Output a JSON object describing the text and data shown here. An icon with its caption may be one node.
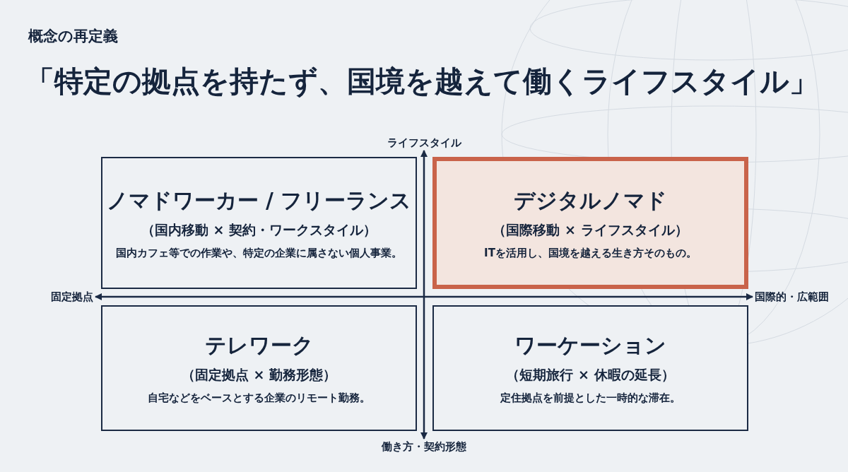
{
  "diagram": {
    "title": "「特定の拠点を持たず、国境を越えて働くライフスタイル」",
    "nodes": [
      {
        "text": [
          "ライフスタイル"
        ]
      },
      {
        "text": [
          "ノマドワーカー / フリーランス",
          "（国内移動 × 契約・ワークスタイル）",
          "国内カフェ等での作業や、特定の企業に属さない個人事業。"
        ]
      },
      {
        "text": [
          "デジタルノマド",
          "（国際移動 × ライフスタイル）",
          "ITを活用し、国境を越える生き方そのもの。"
        ]
      },
      {
        "text": [
          "固定拠点"
        ]
      },
      {
        "text": [
          "国際的・広範囲"
        ]
      },
      {
        "text": [
          "テレワーク",
          "（固定拠点 × 勤務形態）",
          "自宅などをベースとする企業のリモート勤務。"
        ]
      },
      {
        "text": [
          "ワーケーション",
          "（短期旅行 × 休暇の延長）",
          "定住拠点を前提とした一時的な滞在。"
        ]
      },
      {
        "text": [
          "働き方・契約形態"
        ]
      }
    ],
    "edges": [
      {
        "from": 7,
        "to": 0,
        "arrow": "both"
      },
      {
        "from": 3,
        "to": 4,
        "arrow": "both"
      }
    ],
    "labels": [
      "概念の再定義"
    ]
  }
}
